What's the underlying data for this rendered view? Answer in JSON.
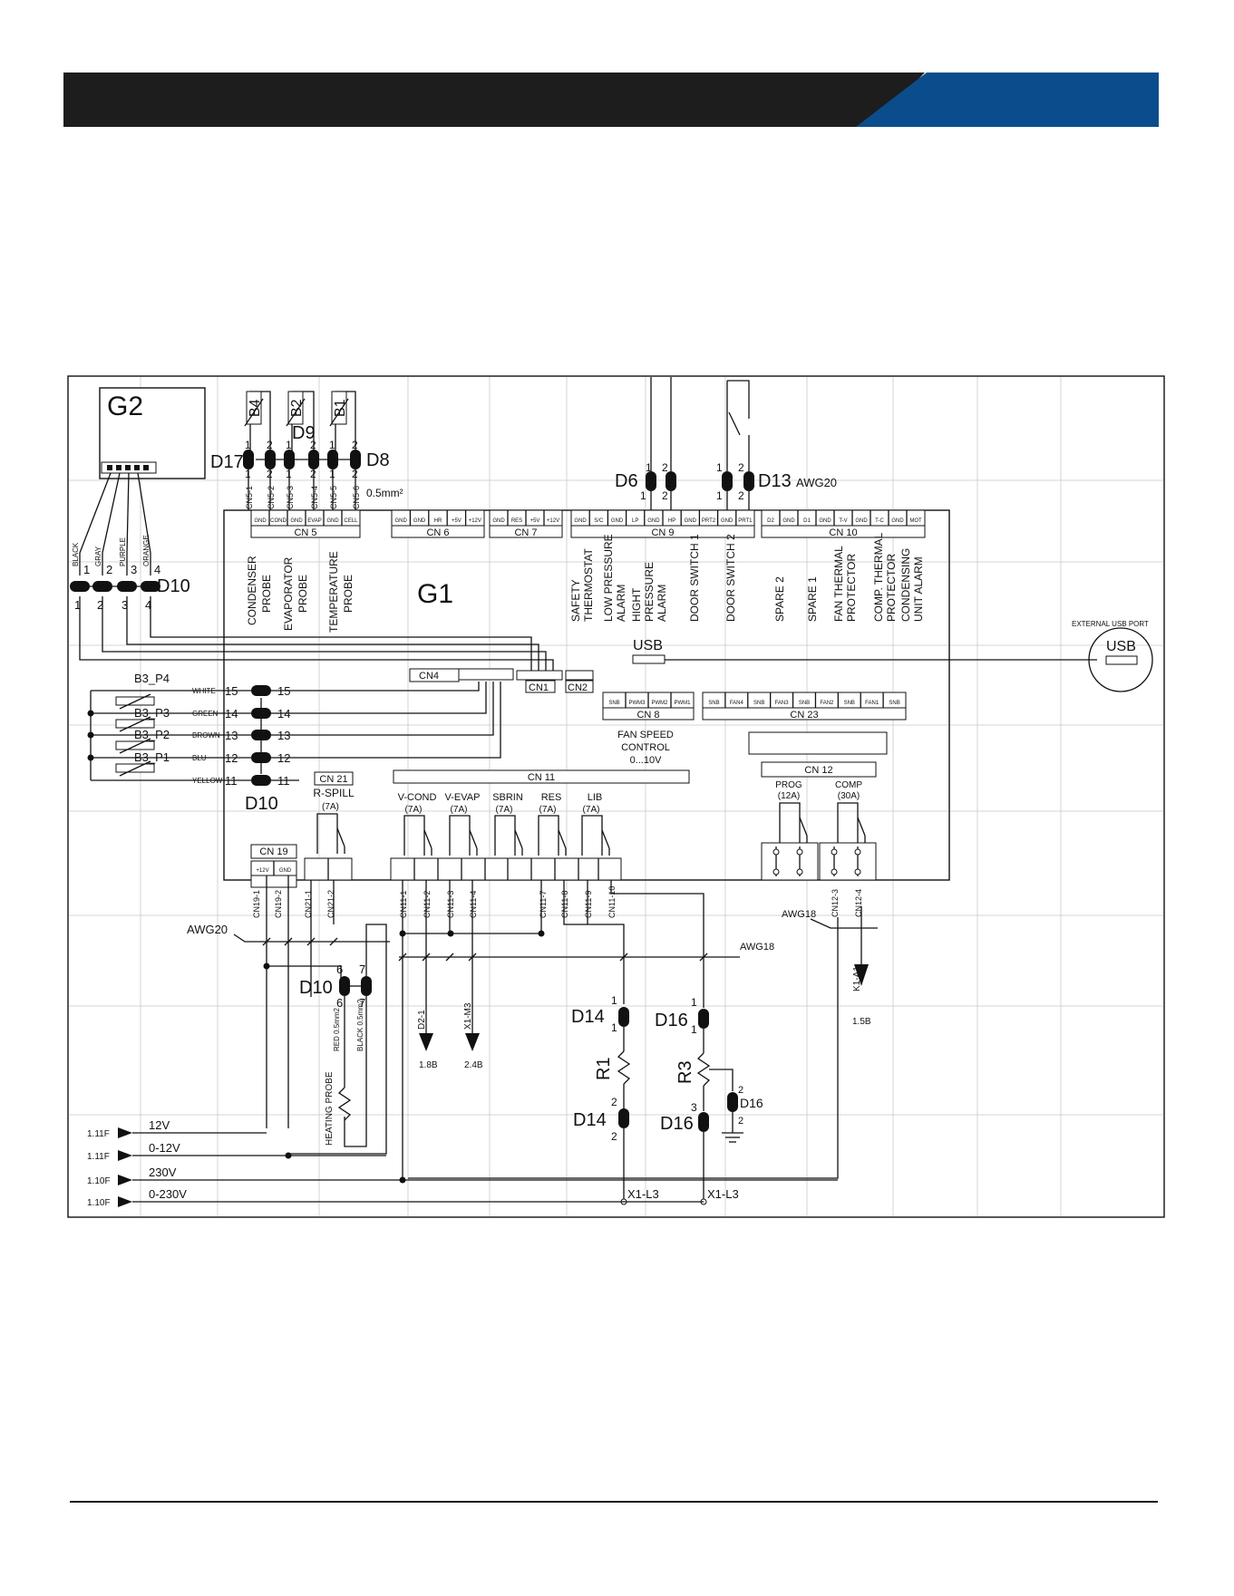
{
  "colors": {
    "header_dark": "#1d1d1d",
    "header_accent": "#0b4d8c",
    "wire": "#111111",
    "grid": "#c9c9c9"
  },
  "boards": {
    "g2": "G2",
    "g1": "G1"
  },
  "probes": [
    "B4",
    "B2",
    "B1"
  ],
  "connectors": {
    "d17": "D17",
    "d9": "D9",
    "d8": "D8",
    "d6": "D6",
    "d13": "D13",
    "awg20_top": "AWG20",
    "d10": "D10",
    "d14": "D14",
    "d16": "D16",
    "r1": "R1",
    "r3": "R3",
    "pin1": "1",
    "pin2": "2",
    "pin3": "3",
    "pin4": "4",
    "pin6": "6",
    "pin7": "7",
    "pin11": "11",
    "pin12": "12",
    "pin13": "13",
    "pin14": "14",
    "pin15": "15"
  },
  "wire_section": "0.5mm²",
  "cn5_pins": [
    "CN5-1",
    "CN5-2",
    "CN5-3",
    "CN5-4",
    "CN5-5",
    "CN5-6"
  ],
  "cn5": {
    "label": "CN 5",
    "terms": [
      "GND",
      "COND",
      "GND",
      "EVAP",
      "GND",
      "CELL"
    ]
  },
  "cn6": {
    "label": "CN 6",
    "terms": [
      "GND",
      "GND",
      "HR",
      "+5V",
      "+12V"
    ]
  },
  "cn7": {
    "label": "CN 7",
    "terms": [
      "GND",
      "RES",
      "+5V",
      "+12V"
    ]
  },
  "cn9": {
    "label": "CN 9",
    "terms": [
      "GND",
      "S/C",
      "GND",
      "LP",
      "GND",
      "HP",
      "GND",
      "PRT2",
      "GND",
      "PRT1"
    ]
  },
  "cn10": {
    "label": "CN 10",
    "terms": [
      "D2",
      "GND",
      "D1",
      "GND",
      "T-V",
      "GND",
      "T-C",
      "GND",
      "MOT"
    ]
  },
  "g2_wires": [
    "BLACK",
    "GRAY",
    "PURPLE",
    "ORANGE"
  ],
  "probe_labels": [
    "CONDENSER",
    "PROBE",
    "EVAPORATOR",
    "PROBE",
    "TEMPERATURE",
    "PROBE"
  ],
  "input_labels": [
    [
      "SAFETY",
      "THERMOSTAT"
    ],
    [
      "LOW PRESSURE",
      "ALARM"
    ],
    [
      "HIGHT",
      "PRESSURE",
      "ALARM"
    ],
    [
      "DOOR SWITCH 1"
    ],
    [
      "DOOR SWITCH 2"
    ],
    [
      "SPARE 2"
    ],
    [
      "SPARE 1"
    ],
    [
      "FAN THERMAL",
      "PROTECTOR"
    ],
    [
      "COMP. THERMAL",
      "PROTECTOR"
    ],
    [
      "CONDENSING",
      "UNIT ALARM"
    ]
  ],
  "usb": {
    "board_label": "USB",
    "ext_label": "USB",
    "ext_title": "EXTERNAL USB PORT"
  },
  "cn4": "CN4",
  "cn1": "CN1",
  "cn2": "CN2",
  "b3": {
    "labels": [
      "B3_P4",
      "B3_P3",
      "B3_P2",
      "B3_P1"
    ],
    "wires": [
      "WHITE",
      "GREEN",
      "BROWN",
      "BLU",
      "YELLOW"
    ]
  },
  "cn8": {
    "label": "CN 8",
    "terms": [
      "SNB",
      "PWM3",
      "PWM2",
      "PWM1"
    ],
    "desc": [
      "FAN SPEED",
      "CONTROL",
      "0...10V"
    ]
  },
  "cn23": {
    "label": "CN 23",
    "terms": [
      "SNB",
      "FAN4",
      "SNB",
      "FAN3",
      "SNB",
      "FAN2",
      "SNB",
      "FAN1",
      "SNB"
    ]
  },
  "cn12": {
    "label": "CN 12",
    "relays": [
      "PROG",
      "(12A)",
      "COMP",
      "(30A)"
    ],
    "pins": [
      "CN12-3",
      "CN12-4"
    ]
  },
  "cn21": {
    "label": "CN 21",
    "relay": [
      "R-SPILL",
      "(7A)"
    ],
    "pins": [
      "CN21-1",
      "CN21-2"
    ]
  },
  "cn11": {
    "label": "CN 11",
    "relays": [
      "V-COND",
      "(7A)",
      "V-EVAP",
      "(7A)",
      "SBRIN",
      "(7A)",
      "RES",
      "(7A)",
      "LIB",
      "(7A)"
    ],
    "pins": [
      "CN11-1",
      "CN11-2",
      "CN11-3",
      "CN11-4",
      "CN11-7",
      "CN11-8",
      "CN11-9",
      "CN11-10"
    ]
  },
  "cn19": {
    "label": "CN 19",
    "terms": [
      "+12V",
      "GND"
    ],
    "pins": [
      "CN19-1",
      "CN19-2"
    ]
  },
  "awg": {
    "awg20": "AWG20",
    "awg18a": "AWG18",
    "awg18b": "AWG18"
  },
  "heating_probe": "HEATING PROBE",
  "wire_red": "RED 0.5mm2",
  "wire_black": "BLACK 0.5mm2",
  "outputs": [
    {
      "tag": "D2-1",
      "ref": "1.8B"
    },
    {
      "tag": "X1-M3",
      "ref": "2.4B"
    },
    {
      "tag": "K1-A1",
      "ref": "1.5B"
    }
  ],
  "x1_l3": "X1-L3",
  "supply": [
    {
      "ref": "1.11F",
      "label": "12V"
    },
    {
      "ref": "1.11F",
      "label": "0-12V"
    },
    {
      "ref": "1.10F",
      "label": "230V"
    },
    {
      "ref": "1.10F",
      "label": "0-230V"
    }
  ]
}
